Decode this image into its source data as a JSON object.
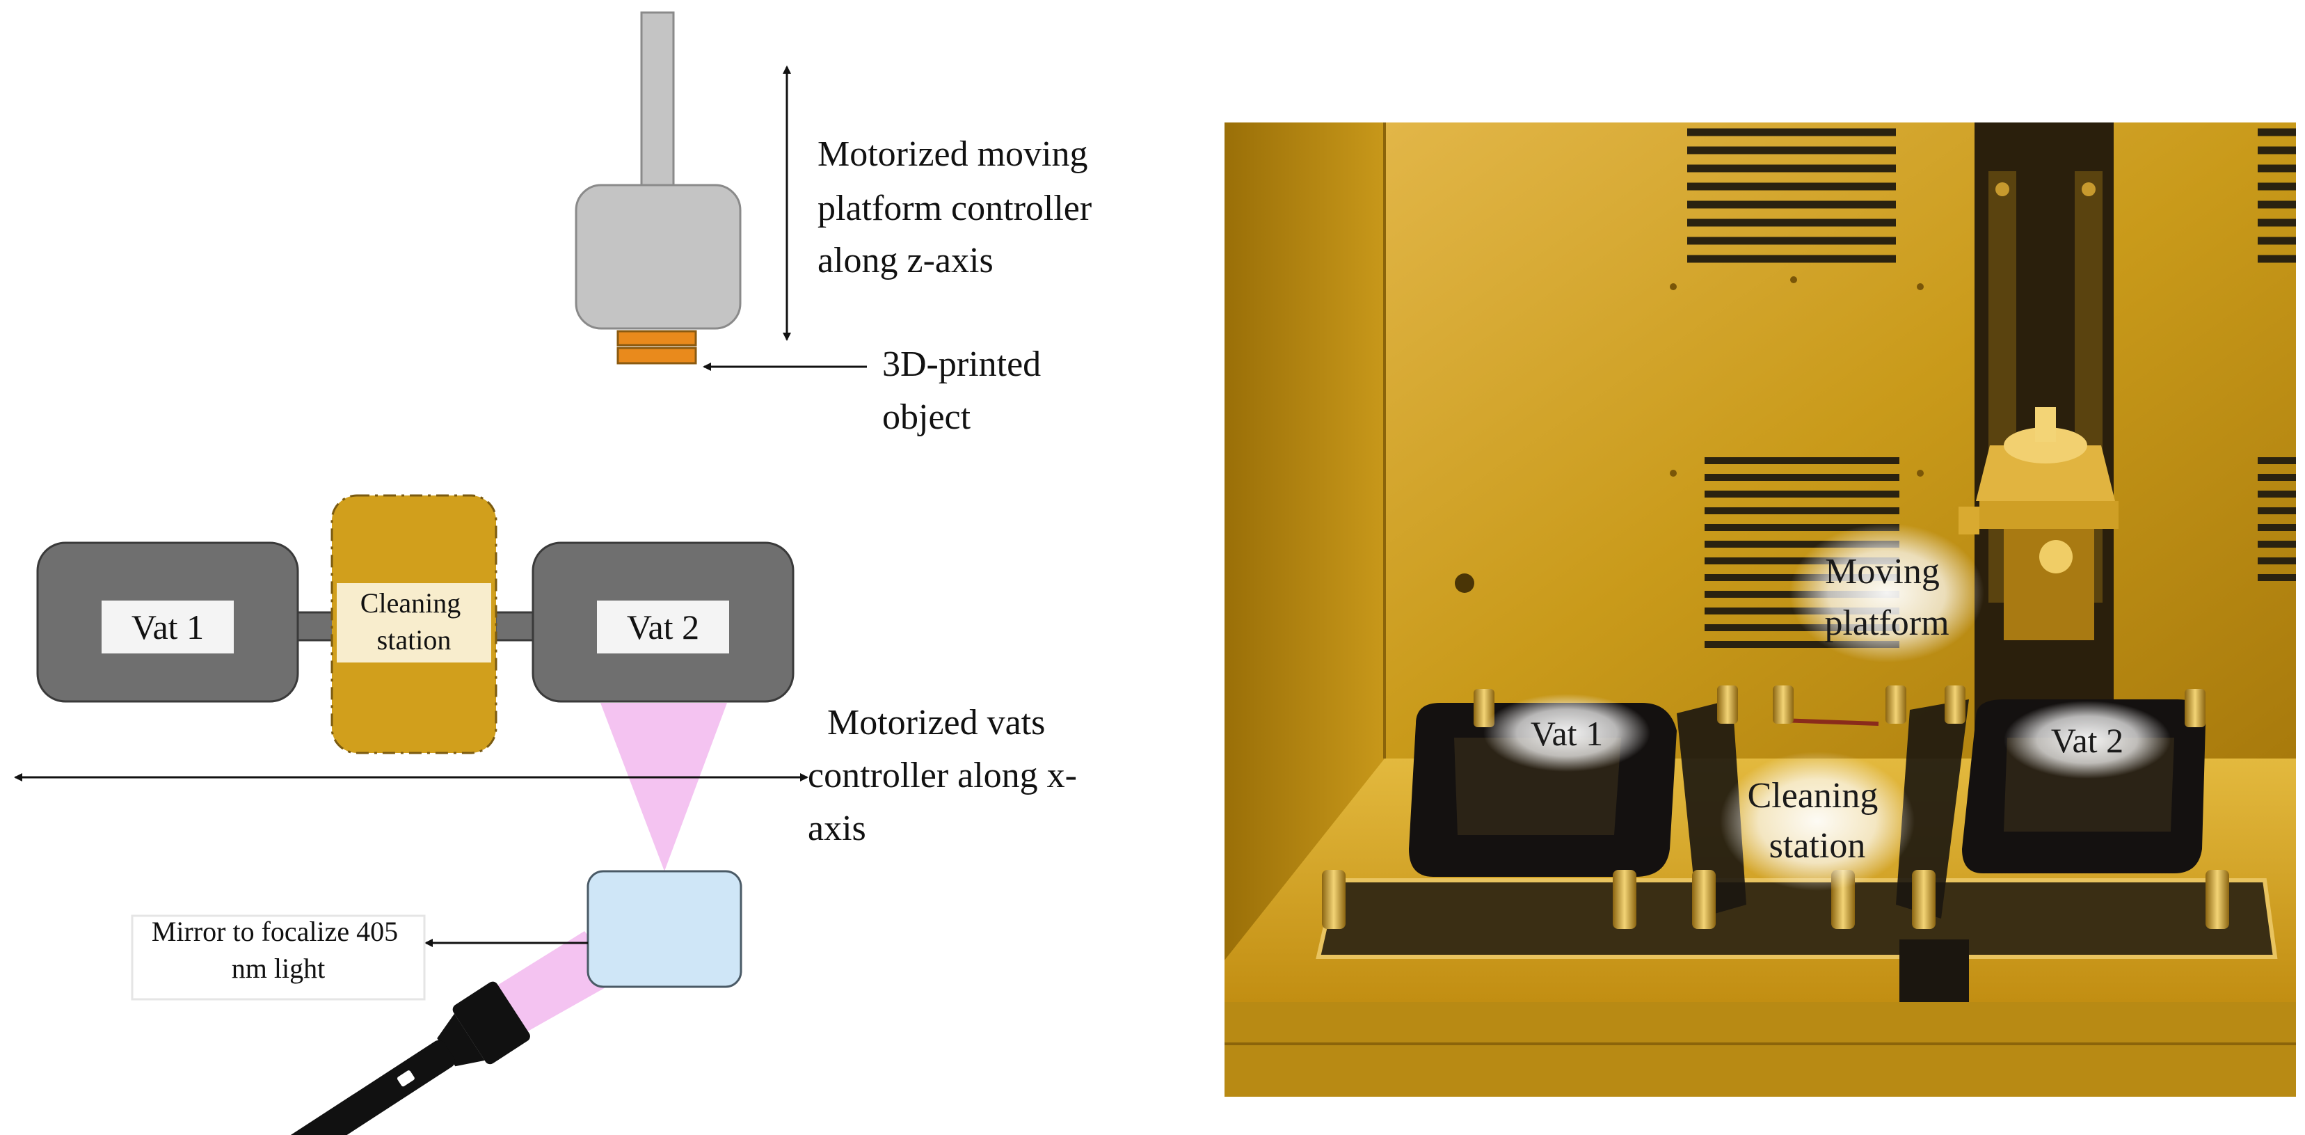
{
  "diagram": {
    "labels": {
      "z_axis_line1": "Motorized moving",
      "z_axis_line2": "platform controller",
      "z_axis_line3": "along z-axis",
      "object_line1": "3D-printed",
      "object_line2": "object",
      "vat1": "Vat 1",
      "vat2": "Vat 2",
      "cleaning_line1": "Cleaning",
      "cleaning_line2": "station",
      "x_axis_line1": "Motorized vats",
      "x_axis_line2": "controller along x-",
      "x_axis_line3": "axis",
      "mirror_line1": "Mirror to focalize 405",
      "mirror_line2": "nm light"
    },
    "colors": {
      "vat_fill": "#6f6f6f",
      "cleaning_fill": "#d19f1c",
      "platform_fill": "#c4c4c4",
      "object_fill": "#e98a1c",
      "mirror_fill": "#cfe6f7",
      "light_beam": "#f2b8ef"
    },
    "icons": [
      "flashlight-icon"
    ]
  },
  "photo": {
    "labels": {
      "moving_line1": "Moving",
      "moving_line2": "platform",
      "vat1": "Vat 1",
      "vat2": "Vat 2",
      "cleaning_line1": "Cleaning",
      "cleaning_line2": "station"
    },
    "colors": {
      "ambient": "#c99a1a",
      "metal": "#d9ab3a",
      "dark": "#1e1a12"
    }
  }
}
